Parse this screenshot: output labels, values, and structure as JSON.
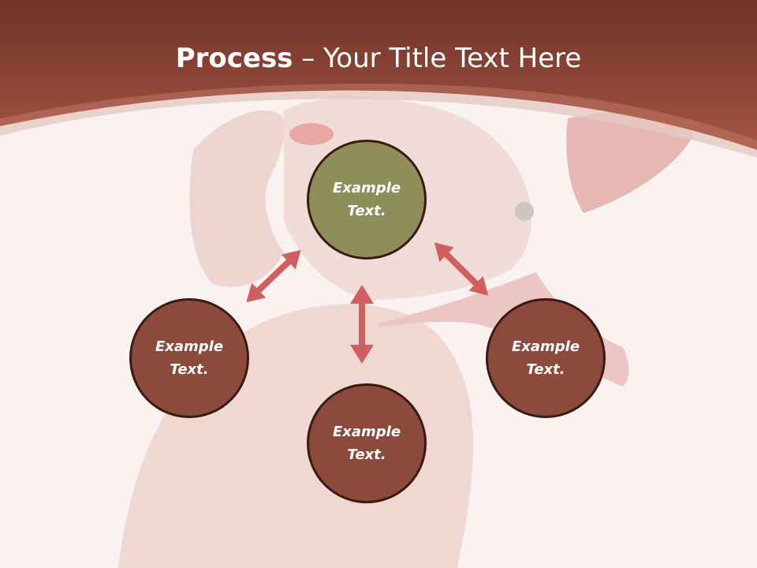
{
  "title": {
    "bold": "Process",
    "rest": " – Your Title Text Here"
  },
  "nodes": {
    "top": "Example Text.",
    "left": "Example Text.",
    "right": "Example Text.",
    "bottom": "Example Text."
  },
  "colors": {
    "header": "#a0503f",
    "node_top": "#8e8e5b",
    "node_other": "#8b4a3c",
    "arrow": "#d25f5f"
  }
}
